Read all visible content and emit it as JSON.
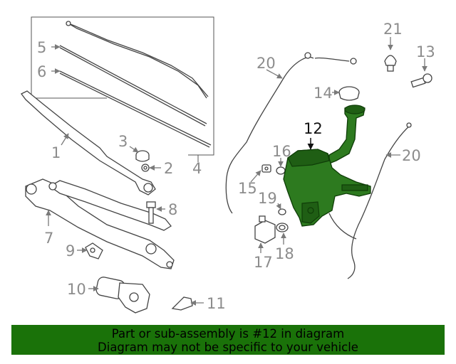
{
  "diagram": {
    "callouts": {
      "c1": "1",
      "c2": "2",
      "c3": "3",
      "c4": "4",
      "c5": "5",
      "c6": "6",
      "c7": "7",
      "c8": "8",
      "c9": "9",
      "c10": "10",
      "c11": "11",
      "c12": "12",
      "c13": "13",
      "c14": "14",
      "c15": "15",
      "c16": "16",
      "c17": "17",
      "c18": "18",
      "c19": "19",
      "c20a": "20",
      "c20b": "20",
      "c21": "21"
    },
    "highlight_color": "#2d7a1f"
  },
  "banner": {
    "line1": "Part or sub-assembly is #12 in diagram",
    "line2": "Diagram may not be specific to your vehicle",
    "background": "#1a7209"
  }
}
